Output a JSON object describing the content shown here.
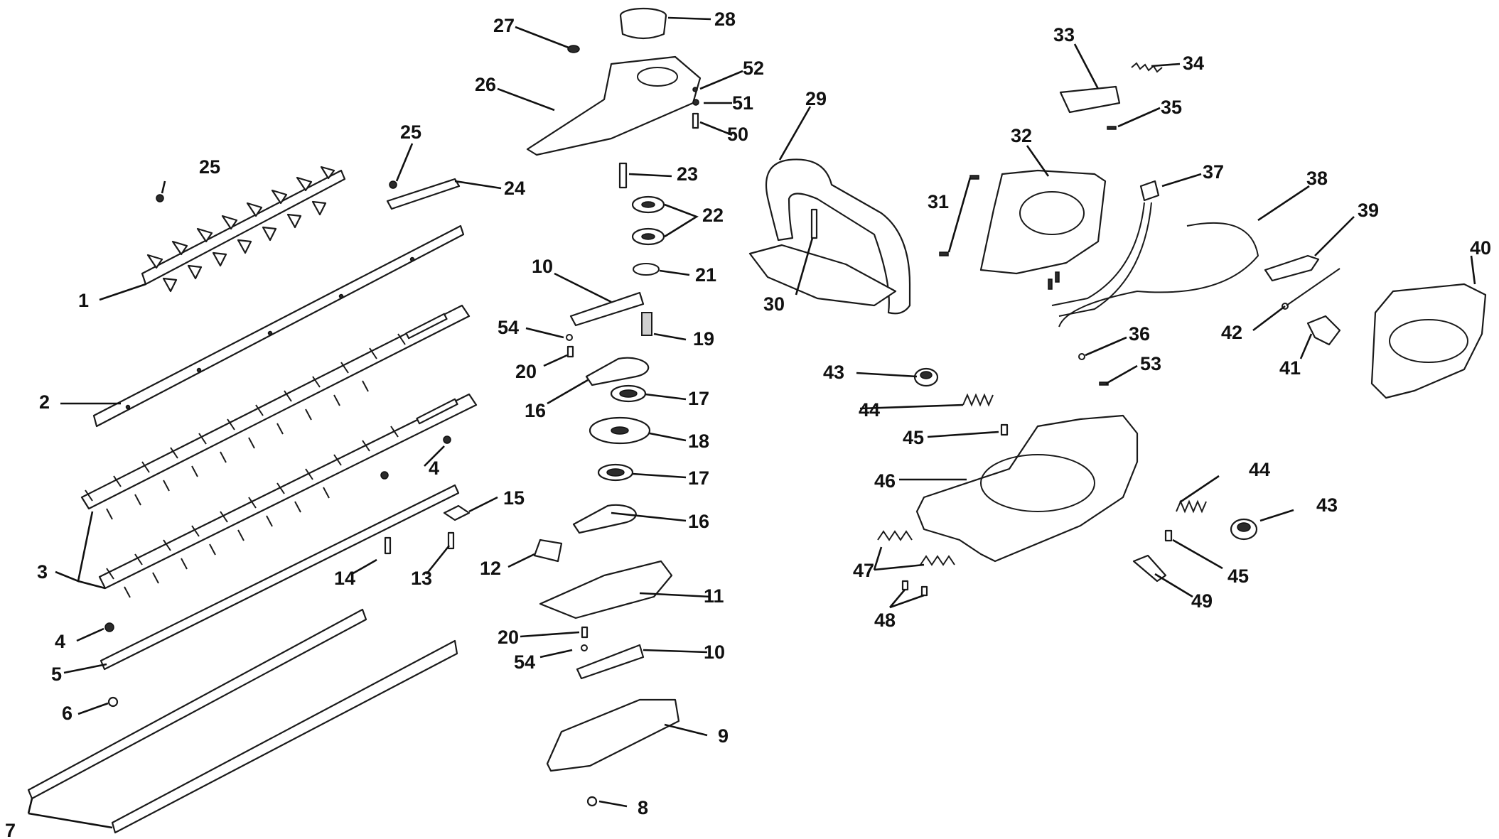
{
  "callouts": [
    {
      "id": "c27",
      "text": "27"
    },
    {
      "id": "c28",
      "text": "28"
    },
    {
      "id": "c26",
      "text": "26"
    },
    {
      "id": "c52",
      "text": "52"
    },
    {
      "id": "c51",
      "text": "51"
    },
    {
      "id": "c50",
      "text": "50"
    },
    {
      "id": "c25a",
      "text": "25"
    },
    {
      "id": "c25b",
      "text": "25"
    },
    {
      "id": "c24",
      "text": "24"
    },
    {
      "id": "c23",
      "text": "23"
    },
    {
      "id": "c22",
      "text": "22"
    },
    {
      "id": "c1",
      "text": "1"
    },
    {
      "id": "c2",
      "text": "2"
    },
    {
      "id": "c10a",
      "text": "10"
    },
    {
      "id": "c21",
      "text": "21"
    },
    {
      "id": "c54a",
      "text": "54"
    },
    {
      "id": "c19",
      "text": "19"
    },
    {
      "id": "c20a",
      "text": "20"
    },
    {
      "id": "c16a",
      "text": "16"
    },
    {
      "id": "c17a",
      "text": "17"
    },
    {
      "id": "c18",
      "text": "18"
    },
    {
      "id": "c4a",
      "text": "4"
    },
    {
      "id": "c17b",
      "text": "17"
    },
    {
      "id": "c15",
      "text": "15"
    },
    {
      "id": "c16b",
      "text": "16"
    },
    {
      "id": "c3",
      "text": "3"
    },
    {
      "id": "c14",
      "text": "14"
    },
    {
      "id": "c13",
      "text": "13"
    },
    {
      "id": "c12",
      "text": "12"
    },
    {
      "id": "c11",
      "text": "11"
    },
    {
      "id": "c4b",
      "text": "4"
    },
    {
      "id": "c20b",
      "text": "20"
    },
    {
      "id": "c54b",
      "text": "54"
    },
    {
      "id": "c10b",
      "text": "10"
    },
    {
      "id": "c5",
      "text": "5"
    },
    {
      "id": "c6",
      "text": "6"
    },
    {
      "id": "c9",
      "text": "9"
    },
    {
      "id": "c8",
      "text": "8"
    },
    {
      "id": "c7",
      "text": "7"
    },
    {
      "id": "c29",
      "text": "29"
    },
    {
      "id": "c30",
      "text": "30"
    },
    {
      "id": "c33",
      "text": "33"
    },
    {
      "id": "c34",
      "text": "34"
    },
    {
      "id": "c35",
      "text": "35"
    },
    {
      "id": "c32",
      "text": "32"
    },
    {
      "id": "c31",
      "text": "31"
    },
    {
      "id": "c37",
      "text": "37"
    },
    {
      "id": "c38",
      "text": "38"
    },
    {
      "id": "c39",
      "text": "39"
    },
    {
      "id": "c40",
      "text": "40"
    },
    {
      "id": "c42",
      "text": "42"
    },
    {
      "id": "c41",
      "text": "41"
    },
    {
      "id": "c36",
      "text": "36"
    },
    {
      "id": "c53",
      "text": "53"
    },
    {
      "id": "c43a",
      "text": "43"
    },
    {
      "id": "c44a",
      "text": "44"
    },
    {
      "id": "c45a",
      "text": "45"
    },
    {
      "id": "c46",
      "text": "46"
    },
    {
      "id": "c44b",
      "text": "44"
    },
    {
      "id": "c43b",
      "text": "43"
    },
    {
      "id": "c47",
      "text": "47"
    },
    {
      "id": "c45b",
      "text": "45"
    },
    {
      "id": "c48",
      "text": "48"
    },
    {
      "id": "c49",
      "text": "49"
    }
  ]
}
